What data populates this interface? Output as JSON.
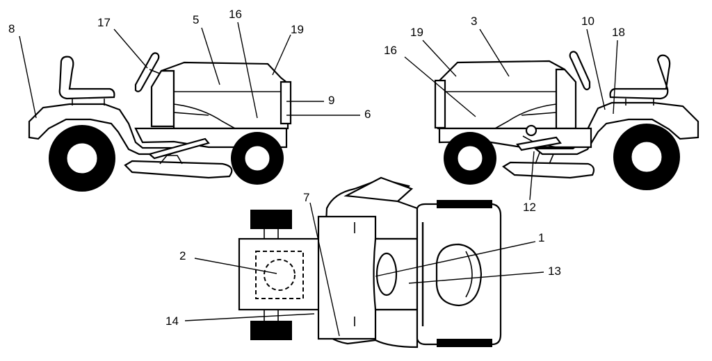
{
  "labels": {
    "l1": "1",
    "l2": "2",
    "l3": "3",
    "l5": "5",
    "l6": "6",
    "l7": "7",
    "l8": "8",
    "l9": "9",
    "l10": "10",
    "l12": "12",
    "l13": "13",
    "l14": "14",
    "l16a": "16",
    "l16b": "16",
    "l17": "17",
    "l18": "18",
    "l19a": "19",
    "l19b": "19"
  }
}
